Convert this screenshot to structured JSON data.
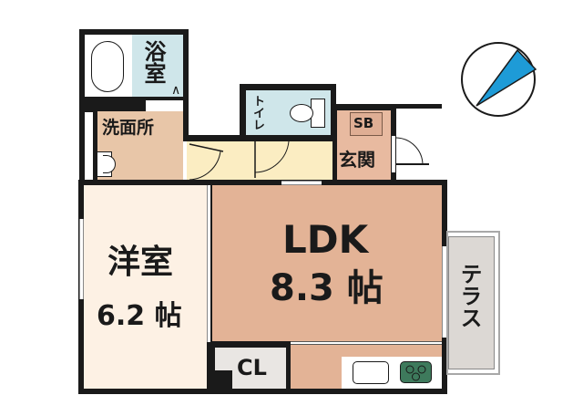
{
  "floor_plan": {
    "rooms": {
      "bathroom": {
        "label": "浴室",
        "color": "#cfe6ea"
      },
      "washroom": {
        "label": "洗面所",
        "color": "#e8c6a8"
      },
      "toilet": {
        "label": "トイレ",
        "color": "#cfe6ea"
      },
      "hallway": {
        "label": "",
        "color": "#fbedc2"
      },
      "entrance": {
        "label": "玄関",
        "color": "#e8baa0"
      },
      "shoe_box": {
        "label": "SB",
        "color": "#dfae94"
      },
      "western_room": {
        "label": "洋室",
        "size": "6.2 帖",
        "color": "#fdf1e4"
      },
      "ldk": {
        "label": "LDK",
        "size": "8.3 帖",
        "color": "#e3b396"
      },
      "closet": {
        "label": "CL",
        "color": "#e9e6e3"
      },
      "terrace": {
        "label": "テラス",
        "color": "#dcd8d4"
      }
    },
    "compass": {
      "icon": "north-arrow-compass-icon",
      "color": "#1e9bd7"
    },
    "stove_color": "#3e7a5c"
  }
}
